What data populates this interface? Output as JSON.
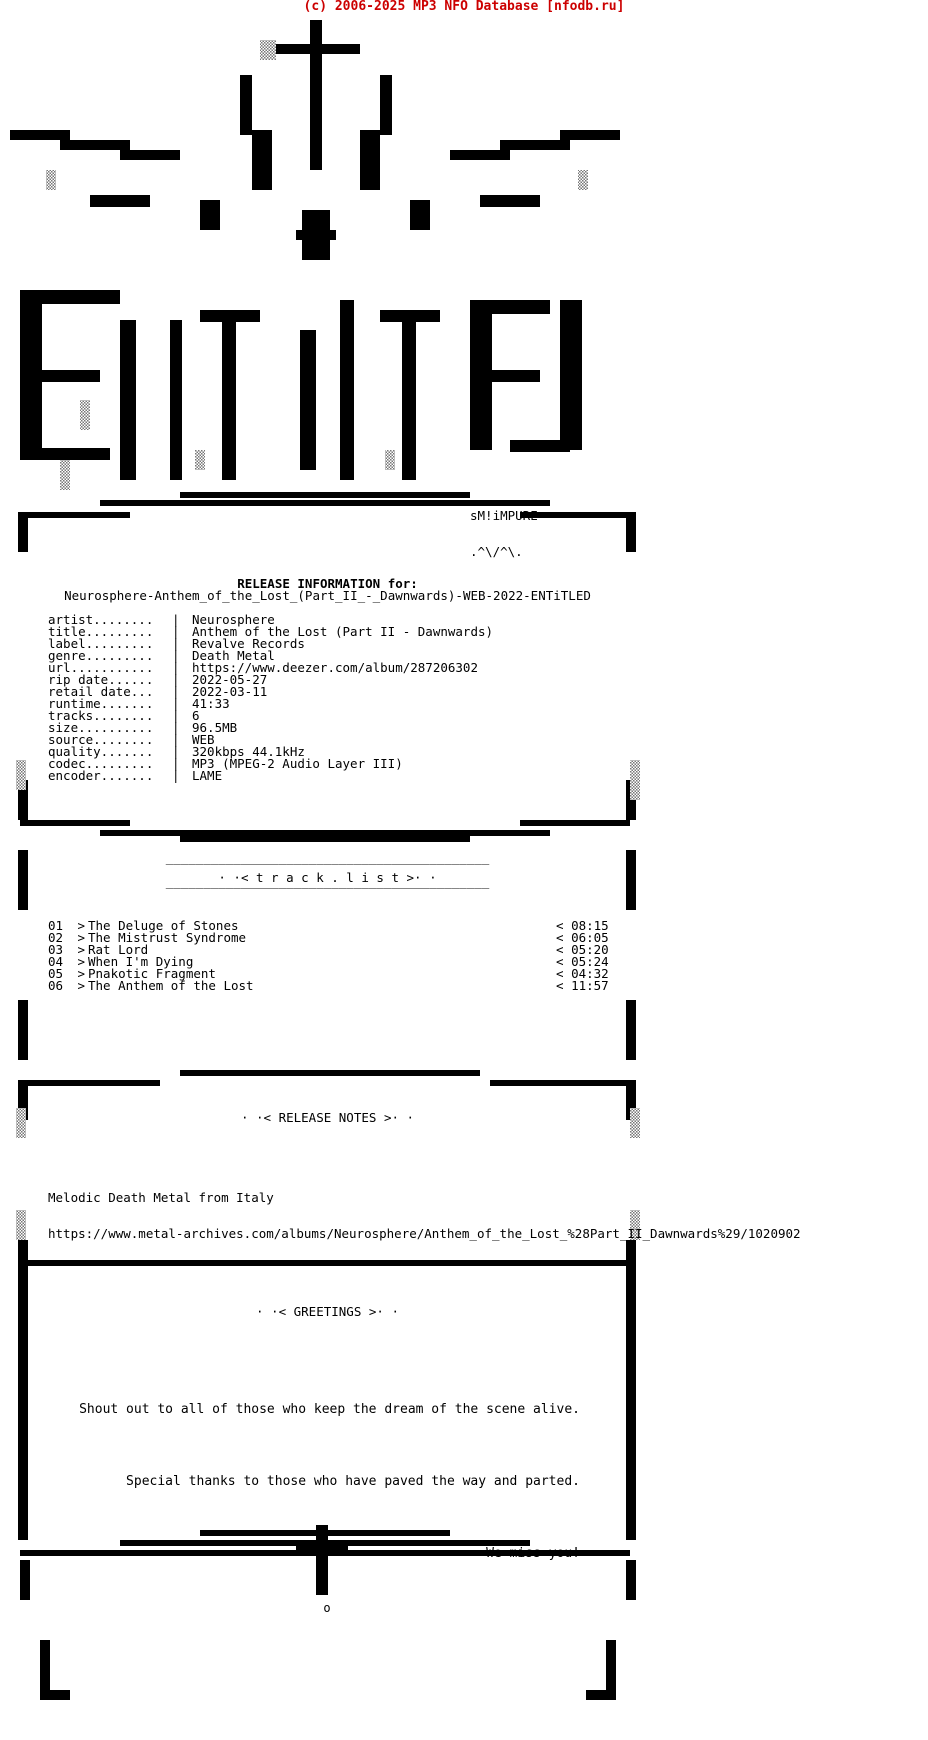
{
  "header": "(c) 2006-2025 MP3 NFO Database [nfodb.ru]",
  "logo_tag": {
    "line1": "sM!iMPURE",
    "line2": ".^\\/^\\."
  },
  "release_heading": "RELEASE INFORMATION for:",
  "release_name": "Neurosphere-Anthem_of_the_Lost_(Part_II_-_Dawnwards)-WEB-2022-ENTiTLED",
  "info": [
    {
      "key": "artist........",
      "value": "Neurosphere"
    },
    {
      "key": "title.........",
      "value": "Anthem of the Lost (Part II - Dawnwards)"
    },
    {
      "key": "label.........",
      "value": "Revalve Records"
    },
    {
      "key": "genre.........",
      "value": "Death Metal"
    },
    {
      "key": "url...........",
      "value": "https://www.deezer.com/album/287206302"
    },
    {
      "key": "rip date......",
      "value": "2022-05-27"
    },
    {
      "key": "retail date...",
      "value": "2022-03-11"
    },
    {
      "key": "runtime.......",
      "value": "41:33"
    },
    {
      "key": "tracks........",
      "value": "6"
    },
    {
      "key": "size..........",
      "value": "96.5MB"
    },
    {
      "key": "source........",
      "value": "WEB"
    },
    {
      "key": "quality.......",
      "value": "320kbps 44.1kHz"
    },
    {
      "key": "codec.........",
      "value": "MP3 (MPEG-2 Audio Layer III)"
    },
    {
      "key": "encoder.......",
      "value": "LAME"
    }
  ],
  "separator_char": "|",
  "tracklist_heading": "· ·< t r a c k . l i s t >· ·",
  "tracks": [
    {
      "num": "01",
      "title": "The Deluge of Stones",
      "time": "08:15"
    },
    {
      "num": "02",
      "title": "The Mistrust Syndrome",
      "time": "06:05"
    },
    {
      "num": "03",
      "title": "Rat Lord",
      "time": "05:20"
    },
    {
      "num": "04",
      "title": "When I'm Dying",
      "time": "05:24"
    },
    {
      "num": "05",
      "title": "Pnakotic Fragment",
      "time": "04:32"
    },
    {
      "num": "06",
      "title": "The Anthem of the Lost",
      "time": "11:57"
    }
  ],
  "notes_heading": "· ·< RELEASE NOTES >· ·",
  "notes": [
    "Melodic Death Metal from Italy",
    "https://www.metal-archives.com/albums/Neurosphere/Anthem_of_the_Lost_%28Part_II_Dawnwards%29/1020902"
  ],
  "greetings_heading": "· ·< GREETINGS >· ·",
  "greetings": [
    "Shout out to all of those who keep the dream of the scene alive.",
    "Special thanks to those who have paved the way and parted.",
    "We miss you!"
  ],
  "colors": {
    "header": "#cc0000",
    "ink": "#000000",
    "background": "#ffffff"
  }
}
